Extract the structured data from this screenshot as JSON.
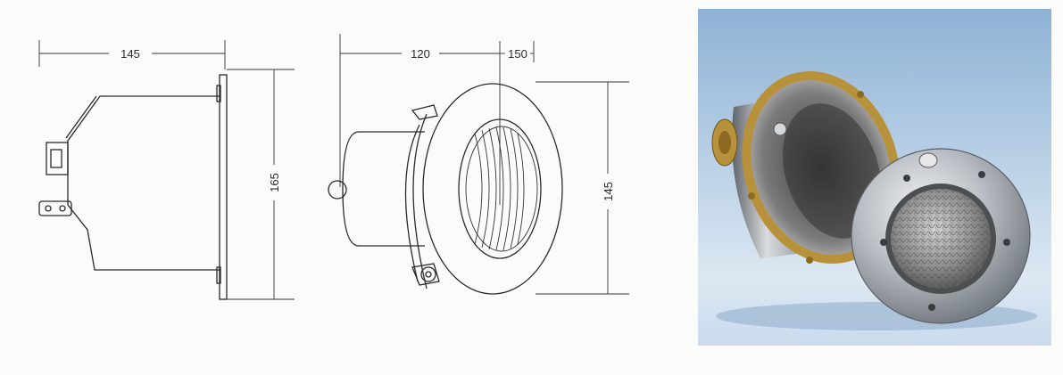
{
  "dimensions": {
    "side_view_length": "145",
    "side_view_height": "165",
    "front_view_body_length": "120",
    "front_view_flange": "150",
    "front_view_height": "145"
  },
  "colors": {
    "line": "#2a2a2a",
    "photo_background": "#a9c4df",
    "brass_ring": "#b8923a",
    "stainless": "#c8ccd0"
  }
}
